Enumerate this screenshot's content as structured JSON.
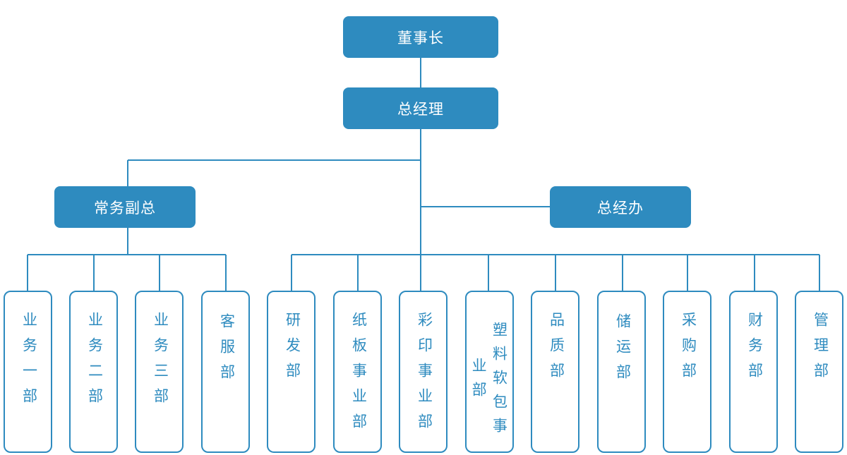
{
  "colors": {
    "accent": "#2e8bbf",
    "text_on_accent": "#ffffff",
    "background": "#ffffff"
  },
  "top": {
    "chairman": "董事长",
    "general_manager": "总经理"
  },
  "branches": {
    "executive_vp": "常务副总",
    "gm_office": "总经办"
  },
  "departments": [
    {
      "id": "biz1",
      "label": "业务一部"
    },
    {
      "id": "biz2",
      "label": "业务二部"
    },
    {
      "id": "biz3",
      "label": "业务三部"
    },
    {
      "id": "service",
      "label": "客服部"
    },
    {
      "id": "rnd",
      "label": "研发部"
    },
    {
      "id": "paperboard",
      "label": "纸板事业部"
    },
    {
      "id": "colorprint",
      "label": "彩印事业部"
    },
    {
      "id": "plastic",
      "label": "塑料软包事业部"
    },
    {
      "id": "quality",
      "label": "品质部"
    },
    {
      "id": "storage",
      "label": "储运部"
    },
    {
      "id": "purchase",
      "label": "采购部"
    },
    {
      "id": "finance",
      "label": "财务部"
    },
    {
      "id": "admin",
      "label": "管理部"
    }
  ]
}
